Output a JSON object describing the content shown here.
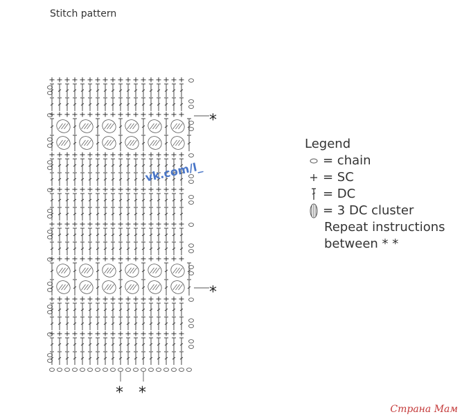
{
  "title": "Stitch pattern",
  "legend": {
    "heading": "Legend",
    "items": [
      {
        "icon": "chain-icon",
        "text": "= chain"
      },
      {
        "icon": "sc-icon",
        "text": "= SC"
      },
      {
        "icon": "dc-icon",
        "text": "= DC"
      },
      {
        "icon": "cluster-icon",
        "text": "= 3 DC cluster"
      }
    ],
    "repeat_line1": "Repeat  instructions",
    "repeat_line2": "between * *"
  },
  "repeat_marker": "*",
  "watermarks": {
    "vk": "vk.com/l_",
    "site": "Страна Мам"
  },
  "pattern": {
    "columns": 19,
    "rows_bottom_to_top": [
      "chain",
      "dc",
      "dc",
      "sc",
      "dc",
      "dc",
      "sc",
      "cluster",
      "cluster",
      "sc",
      "dc",
      "dc",
      "sc",
      "dc",
      "dc",
      "sc",
      "dc",
      "dc",
      "sc",
      "cluster",
      "cluster",
      "sc",
      "dc",
      "dc",
      "sc"
    ]
  }
}
